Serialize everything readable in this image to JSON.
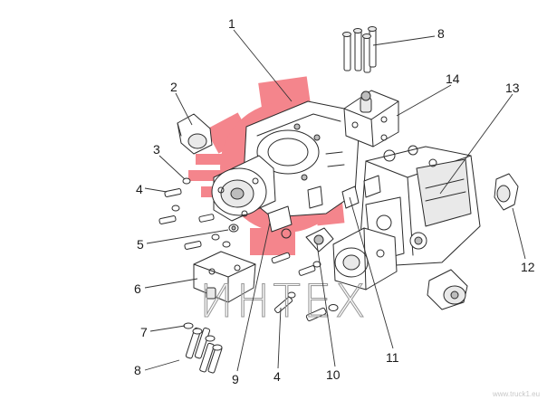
{
  "diagram": {
    "callouts": [
      "1",
      "2",
      "3",
      "4",
      "5",
      "6",
      "7",
      "8",
      "9",
      "4",
      "10",
      "11",
      "12",
      "13",
      "14",
      "8"
    ],
    "watermark": "ИНТЕX",
    "brand_color": "#f26b73",
    "credit": "www.truck1.eu"
  }
}
